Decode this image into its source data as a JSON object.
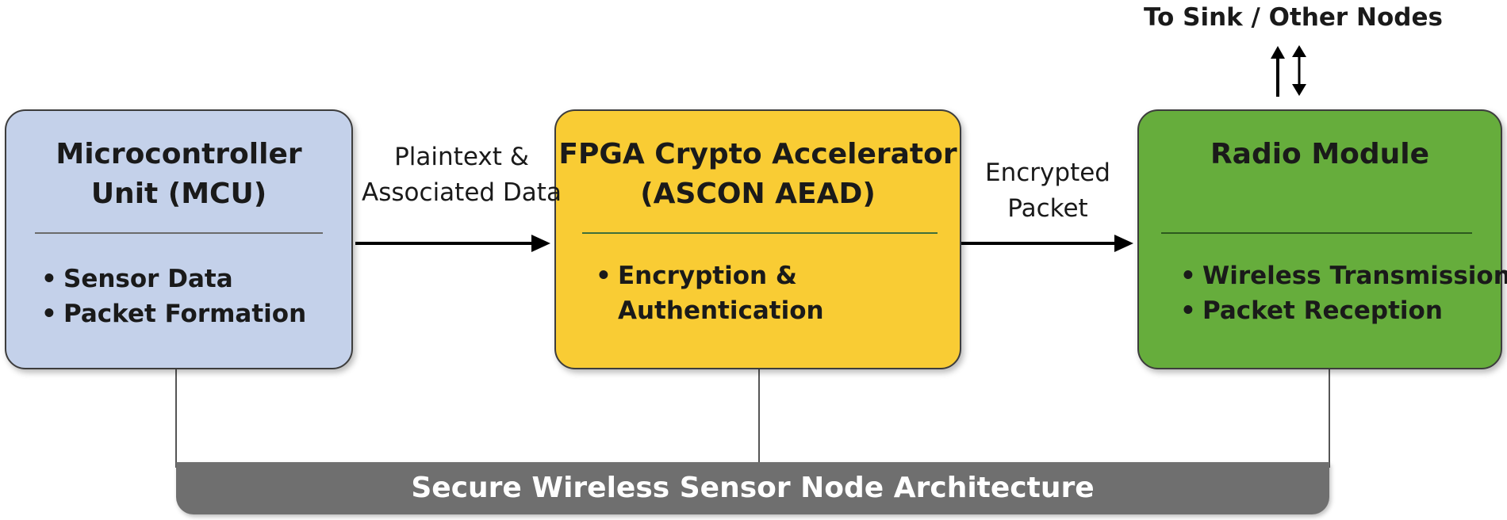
{
  "blocks": {
    "mcu": {
      "title_line1": "Microcontroller",
      "title_line2": "Unit (MCU)",
      "bullets": [
        "Sensor Data",
        "Packet Formation"
      ],
      "fill_color": "#c4d1ea",
      "divider_color": "#6b6b6b"
    },
    "fpga": {
      "title_line1": "FPGA Crypto Accelerator",
      "title_line2": "(ASCON AEAD)",
      "bullets_line1": "Encryption &",
      "bullets_line2": "Authentication",
      "fill_color": "#f9cc34",
      "divider_color": "#3f6e3a"
    },
    "radio": {
      "title": "Radio Module",
      "bullets": [
        "Wireless Transmission",
        "Packet Reception"
      ],
      "fill_color": "#66ad3c",
      "divider_color": "#2d5a1e"
    }
  },
  "arrows": {
    "mcu_to_fpga": {
      "label_line1": "Plaintext &",
      "label_line2": "Associated Data"
    },
    "fpga_to_radio": {
      "label_line1": "Encrypted",
      "label_line2": "Packet"
    }
  },
  "external": {
    "label": "To Sink / Other Nodes"
  },
  "footer": {
    "label": "Secure Wireless Sensor Node Architecture",
    "color": "#6f6f6f"
  }
}
